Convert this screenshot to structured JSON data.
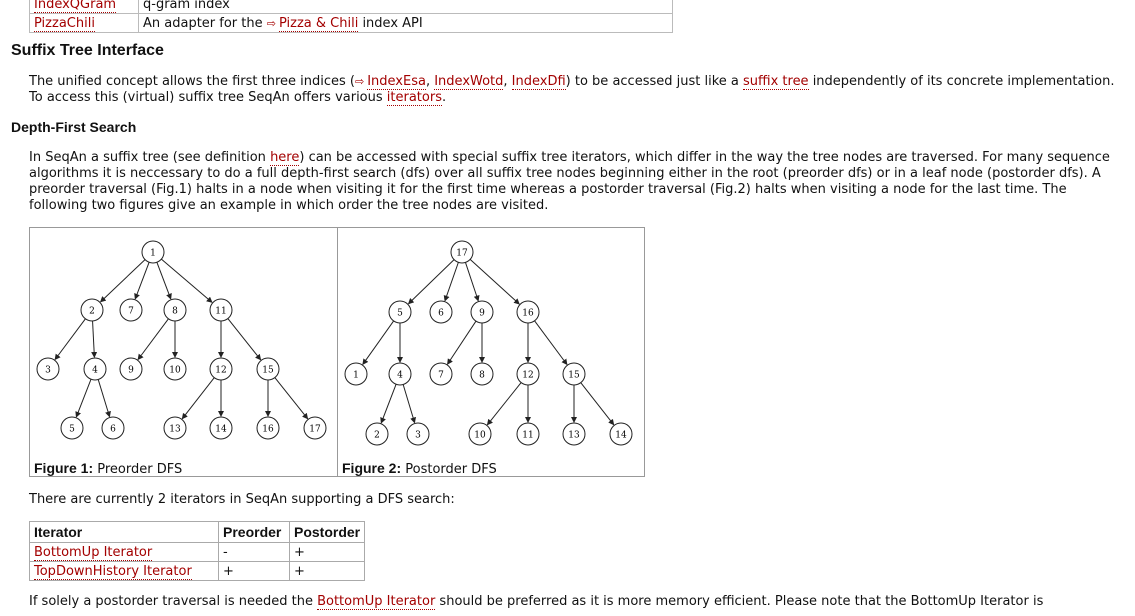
{
  "top_table": {
    "rows": [
      {
        "name": "IndexQGram",
        "desc": "q-gram index",
        "desc_prefix": "",
        "link": "",
        "desc_suffix": ""
      },
      {
        "name": "PizzaChili",
        "desc": "",
        "desc_prefix": "An adapter for the ",
        "link": "Pizza & Chili",
        "desc_suffix": " index API"
      }
    ]
  },
  "section_title": "Suffix Tree Interface",
  "intro": {
    "t1": "The unified concept allows the first three indices (",
    "l1": "IndexEsa",
    "s1": ", ",
    "l2": "IndexWotd",
    "s2": ", ",
    "l3": "IndexDfi",
    "t2": ") to be accessed just like a ",
    "l4": "suffix tree",
    "t3": " independently of its concrete implementation. To access this (virtual) suffix tree SeqAn offers various ",
    "l5": "iterators",
    "t4": "."
  },
  "subsection_title": "Depth-First Search",
  "dfs_para": {
    "t1": "In SeqAn a suffix tree (see definition ",
    "l1": "here",
    "t2": ") can be accessed with special suffix tree iterators, which differ in the way the tree nodes are traversed. For many sequence algorithms it is neccessary to do a full depth-first search (dfs) over all suffix tree nodes beginning either in the root (preorder dfs) or in a leaf node (postorder dfs). A preorder traversal (Fig.1) halts in a node when visiting it for the first time whereas a postorder traversal (Fig.2) halts when visiting a node for the last time. The following two figures give an example in which order the tree nodes are visited."
  },
  "figures": [
    {
      "label": "Figure 1:",
      "caption": "Preorder DFS",
      "nodes": [
        "1",
        "2",
        "7",
        "8",
        "11",
        "3",
        "4",
        "9",
        "10",
        "12",
        "15",
        "5",
        "6",
        "13",
        "14",
        "16",
        "17"
      ]
    },
    {
      "label": "Figure 2:",
      "caption": "Postorder DFS",
      "nodes": [
        "17",
        "5",
        "6",
        "9",
        "16",
        "1",
        "4",
        "7",
        "8",
        "12",
        "15",
        "2",
        "3",
        "10",
        "11",
        "13",
        "14"
      ]
    }
  ],
  "iter_intro": "There are currently 2 iterators in SeqAn supporting a DFS search:",
  "iter_table": {
    "headers": [
      "Iterator",
      "Preorder",
      "Postorder"
    ],
    "rows": [
      {
        "name": "BottomUp Iterator",
        "pre": "-",
        "post": "+"
      },
      {
        "name": "TopDownHistory Iterator",
        "pre": "+",
        "post": "+"
      }
    ]
  },
  "last_para": {
    "t1": "If solely a postorder traversal is needed the ",
    "l1": "BottomUp Iterator",
    "t2": " should be preferred as it is more memory efficient. Please note that the BottomUp Iterator is"
  }
}
